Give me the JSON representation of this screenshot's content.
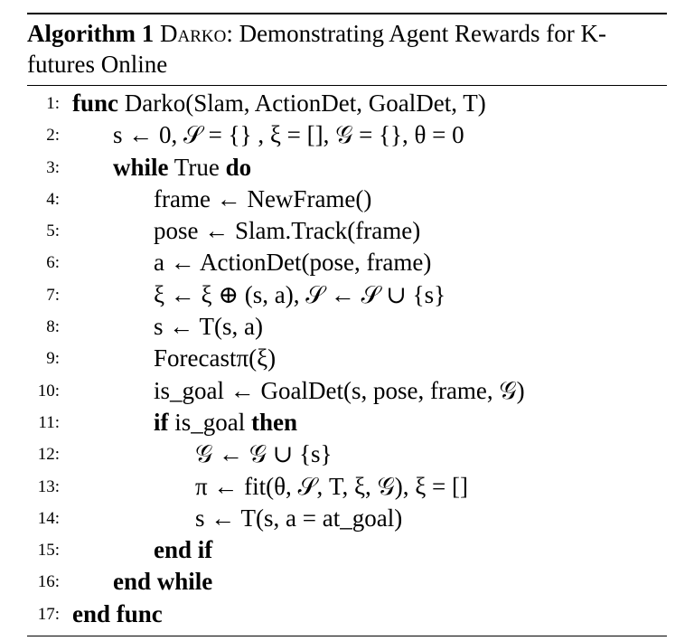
{
  "caption": {
    "label": "Algorithm 1",
    "name": "Darko",
    "title": ": Demonstrating Agent Rewards for K-futures Online"
  },
  "lines": [
    {
      "num": "1:",
      "text": "func Darko(Slam, ActionDet, GoalDet, T)"
    },
    {
      "num": "2:",
      "text": "s ← 0, 𝒮 = {} , ξ = [], 𝒢 = {}, θ = 0"
    },
    {
      "num": "3:",
      "text": "while True do"
    },
    {
      "num": "4:",
      "text": "frame ← NewFrame()"
    },
    {
      "num": "5:",
      "text": "pose ← Slam.Track(frame)"
    },
    {
      "num": "6:",
      "text": "a ← ActionDet(pose, frame)"
    },
    {
      "num": "7:",
      "text": "ξ ← ξ ⊕ (s, a), 𝒮 ← 𝒮 ∪ {s}"
    },
    {
      "num": "8:",
      "text": "s ← T(s, a)"
    },
    {
      "num": "9:",
      "text": "Forecastπ(ξ)"
    },
    {
      "num": "10:",
      "text": "is_goal ← GoalDet(s, pose, frame, 𝒢)"
    },
    {
      "num": "11:",
      "text": "if is_goal then"
    },
    {
      "num": "12:",
      "text": "𝒢 ← 𝒢 ∪ {s}"
    },
    {
      "num": "13:",
      "text": "π ← fit(θ, 𝒮, T, ξ, 𝒢), ξ = []"
    },
    {
      "num": "14:",
      "text": "s ← T(s, a = at_goal)"
    },
    {
      "num": "15:",
      "text": "end if"
    },
    {
      "num": "16:",
      "text": "end while"
    },
    {
      "num": "17:",
      "text": "end func"
    }
  ]
}
